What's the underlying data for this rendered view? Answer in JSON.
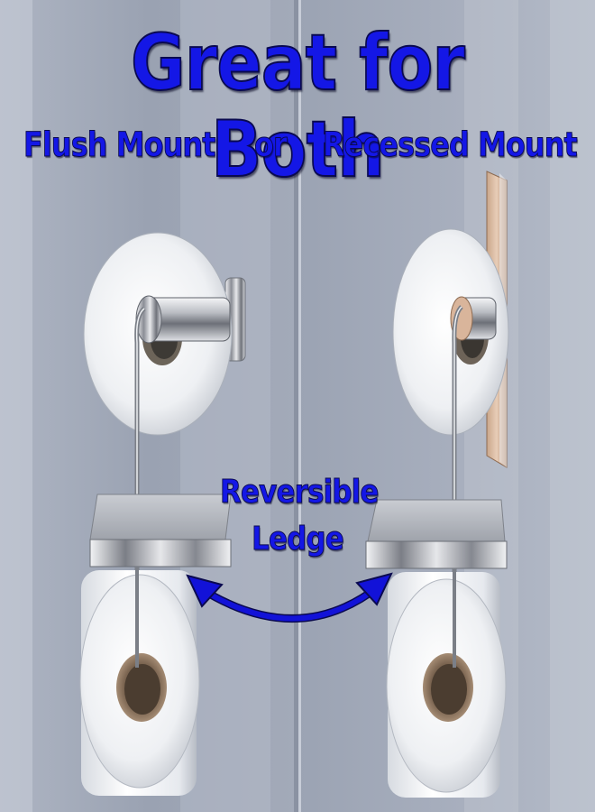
{
  "headline": {
    "title": "Great for Both",
    "flush_label": "Flush Mount",
    "or_label": "or",
    "recessed_label": "Recessed Mount"
  },
  "callout": {
    "line1": "Reversible",
    "line2": "Ledge"
  },
  "colors": {
    "text_blue": "#1417e6",
    "arrow_blue": "#1212d8",
    "wall_gray": "#a7aebd"
  }
}
